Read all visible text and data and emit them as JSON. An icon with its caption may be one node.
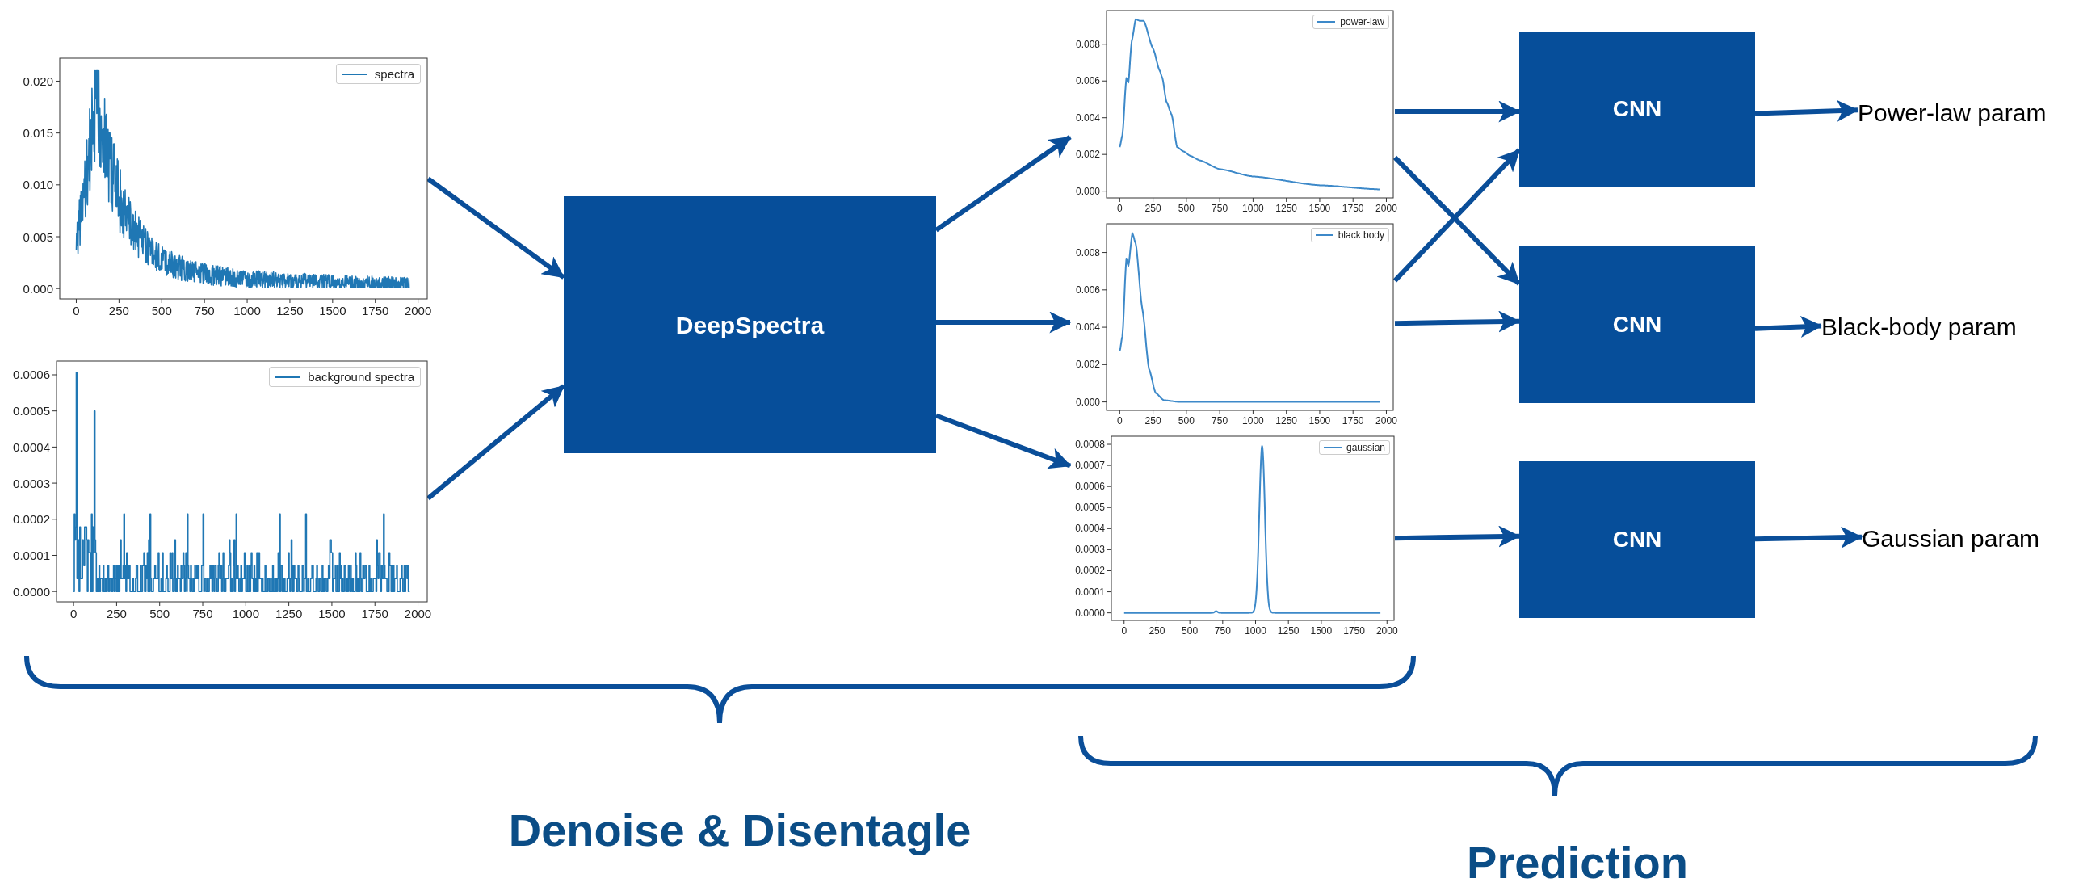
{
  "diagram": {
    "nodes": [
      {
        "text": [
          "spectra"
        ]
      },
      {
        "text": [
          "background spectra"
        ]
      },
      {
        "text": [
          "DeepSpectra"
        ]
      },
      {
        "text": [
          "power-law"
        ]
      },
      {
        "text": [
          "black body"
        ]
      },
      {
        "text": [
          "gaussian"
        ]
      },
      {
        "text": [
          "CNN"
        ]
      },
      {
        "text": [
          "CNN"
        ]
      },
      {
        "text": [
          "CNN"
        ]
      },
      {
        "text": [
          "Power-law param"
        ]
      },
      {
        "text": [
          "Black-body param"
        ]
      },
      {
        "text": [
          "Gaussian param"
        ]
      }
    ],
    "edges": [
      {
        "from": 0,
        "to": 2,
        "arrow": "to"
      },
      {
        "from": 1,
        "to": 2,
        "arrow": "to"
      },
      {
        "from": 2,
        "to": 3,
        "arrow": "to"
      },
      {
        "from": 2,
        "to": 4,
        "arrow": "to"
      },
      {
        "from": 2,
        "to": 5,
        "arrow": "to"
      },
      {
        "from": 3,
        "to": 6,
        "arrow": "to"
      },
      {
        "from": 3,
        "to": 7,
        "arrow": "to"
      },
      {
        "from": 4,
        "to": 6,
        "arrow": "to"
      },
      {
        "from": 4,
        "to": 7,
        "arrow": "to"
      },
      {
        "from": 5,
        "to": 8,
        "arrow": "to"
      },
      {
        "from": 6,
        "to": 9,
        "arrow": "to"
      },
      {
        "from": 7,
        "to": 10,
        "arrow": "to"
      },
      {
        "from": 8,
        "to": 11,
        "arrow": "to"
      }
    ],
    "labels": [
      "0.020",
      "0.015",
      "0.010",
      "0.005",
      "0.000",
      "0",
      "250",
      "500",
      "750",
      "1000",
      "1250",
      "1500",
      "1750",
      "2000",
      "0.0006",
      "0.0005",
      "0.0004",
      "0.0003",
      "0.0002",
      "0.0001",
      "0.0000",
      "0",
      "250",
      "500",
      "750",
      "1000",
      "1250",
      "1500",
      "1750",
      "2000",
      "0.008",
      "0.006",
      "0.004",
      "0.002",
      "0.000",
      "0",
      "250",
      "500",
      "750",
      "1000",
      "1250",
      "1500",
      "1750",
      "2000",
      "0.008",
      "0.006",
      "0.004",
      "0.002",
      "0.000",
      "0",
      "250",
      "500",
      "750",
      "1000",
      "1250",
      "1500",
      "1750",
      "2000",
      "0.0008",
      "0.0007",
      "0.0006",
      "0.0005",
      "0.0004",
      "0.0003",
      "0.0002",
      "0.0001",
      "0.0000",
      "0",
      "250",
      "500",
      "750",
      "1000",
      "1250",
      "1500",
      "1750",
      "2000",
      "Denoise & Disentagle",
      "Prediction"
    ]
  }
}
